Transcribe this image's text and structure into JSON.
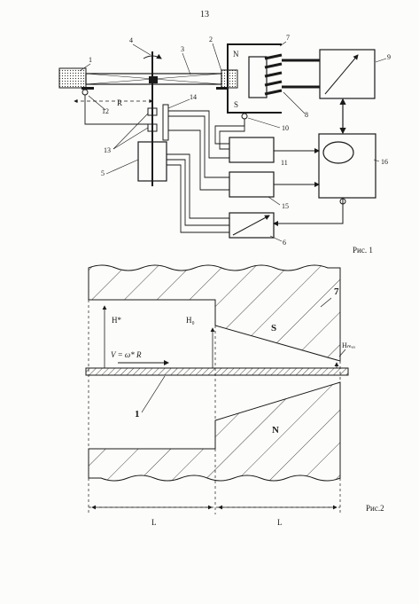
{
  "page": {
    "number": "13"
  },
  "figure1": {
    "caption": "Рис. 1",
    "labels": [
      "1",
      "2",
      "3",
      "4",
      "5",
      "6",
      "7",
      "8",
      "9",
      "10",
      "11",
      "12",
      "13",
      "14",
      "15",
      "16"
    ],
    "radius_label": "R",
    "pole_north": "N",
    "pole_south": "S"
  },
  "figure2": {
    "caption": "Рис.2",
    "label_h_star": "H*",
    "label_h0": "H₀",
    "label_hmax": "Hₘₐₓ",
    "velocity_formula": "V = ω* R",
    "pole_south": "S",
    "pole_north": "N",
    "label_7": "7",
    "label_1": "1",
    "dim_left": "L",
    "dim_right": "L"
  },
  "colors": {
    "ink": "#1a1a1a",
    "paper": "#fcfcfa",
    "shade": "#d0d0c8"
  }
}
